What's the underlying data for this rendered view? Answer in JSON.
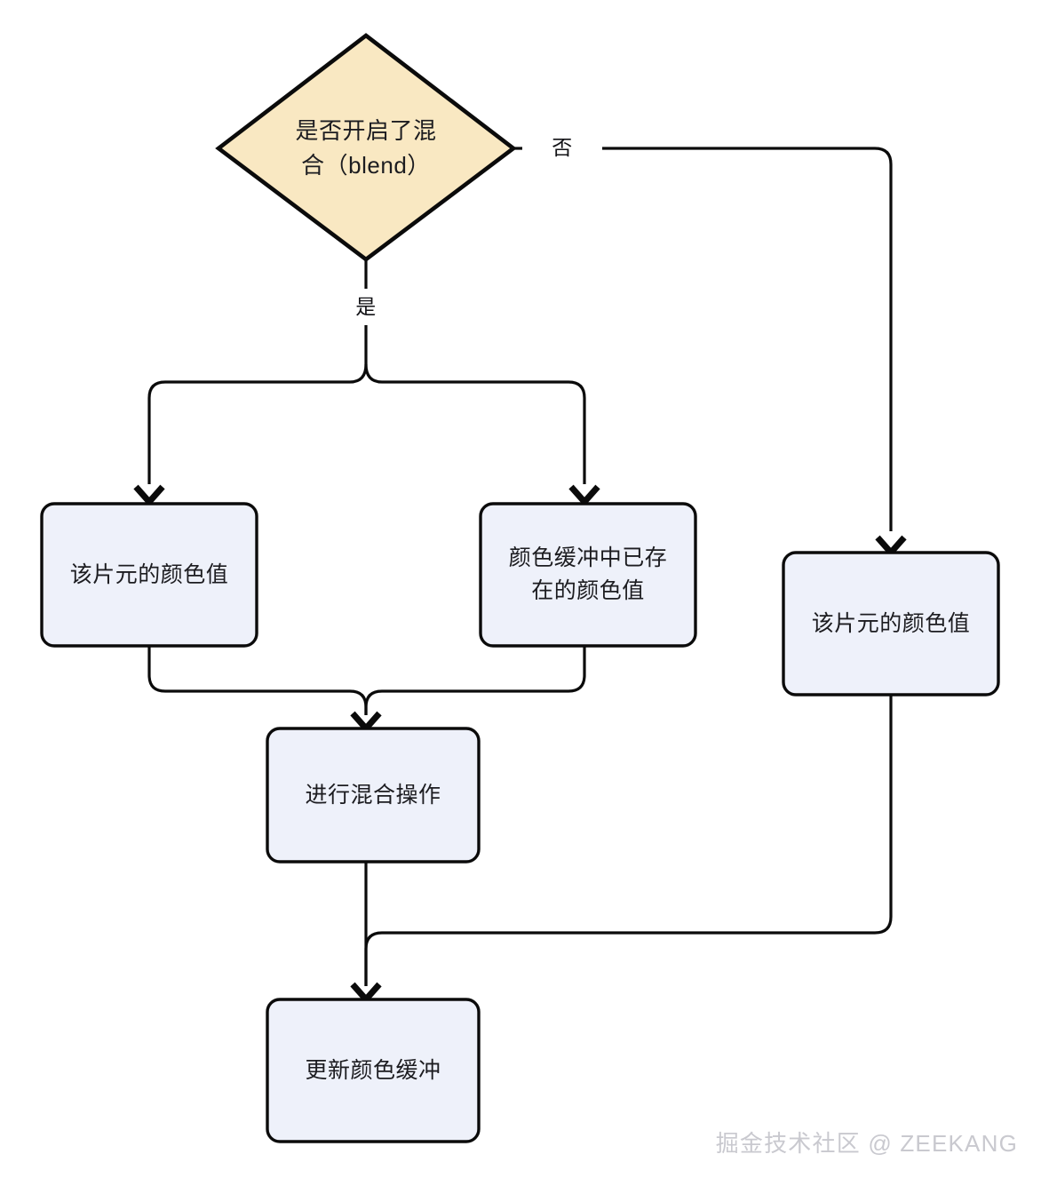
{
  "diagram": {
    "type": "flowchart",
    "title_text": "",
    "background_color": "#ffffff",
    "palette": {
      "decision_fill": "#f9e8c2",
      "process_fill": "#eef1fa",
      "stroke": "#0b0b0b",
      "text": "#1c1c20",
      "watermark": "#c9c9cf"
    },
    "nodes": [
      {
        "id": "decision-blend",
        "shape": "diamond",
        "label": "是否开启了混\n合（blend）",
        "fill": "#f9e8c2"
      },
      {
        "id": "src-color-left",
        "shape": "rounded-rect",
        "label": "该片元的颜色值",
        "fill": "#eef1fa"
      },
      {
        "id": "dst-color-buffer",
        "shape": "rounded-rect",
        "label": "颜色缓冲中已存\n在的颜色值",
        "fill": "#eef1fa"
      },
      {
        "id": "src-color-right",
        "shape": "rounded-rect",
        "label": "该片元的颜色值",
        "fill": "#eef1fa"
      },
      {
        "id": "do-blend",
        "shape": "rounded-rect",
        "label": "进行混合操作",
        "fill": "#eef1fa"
      },
      {
        "id": "update-color-buffer",
        "shape": "rounded-rect",
        "label": "更新颜色缓冲",
        "fill": "#eef1fa"
      }
    ],
    "edges": [
      {
        "id": "edge-yes",
        "from": "decision-blend",
        "to": "src-color-left",
        "label": "是"
      },
      {
        "id": "edge-yes-2",
        "from": "decision-blend",
        "to": "dst-color-buffer",
        "label": ""
      },
      {
        "id": "edge-no",
        "from": "decision-blend",
        "to": "src-color-right",
        "label": "否"
      },
      {
        "id": "edge-left-to-blend",
        "from": "src-color-left",
        "to": "do-blend",
        "label": ""
      },
      {
        "id": "edge-mid-to-blend",
        "from": "dst-color-buffer",
        "to": "do-blend",
        "label": ""
      },
      {
        "id": "edge-blend-to-update",
        "from": "do-blend",
        "to": "update-color-buffer",
        "label": ""
      },
      {
        "id": "edge-right-to-update",
        "from": "src-color-right",
        "to": "update-color-buffer",
        "label": ""
      }
    ]
  },
  "watermark": {
    "text": "掘金技术社区 @ ZEEKANG"
  }
}
